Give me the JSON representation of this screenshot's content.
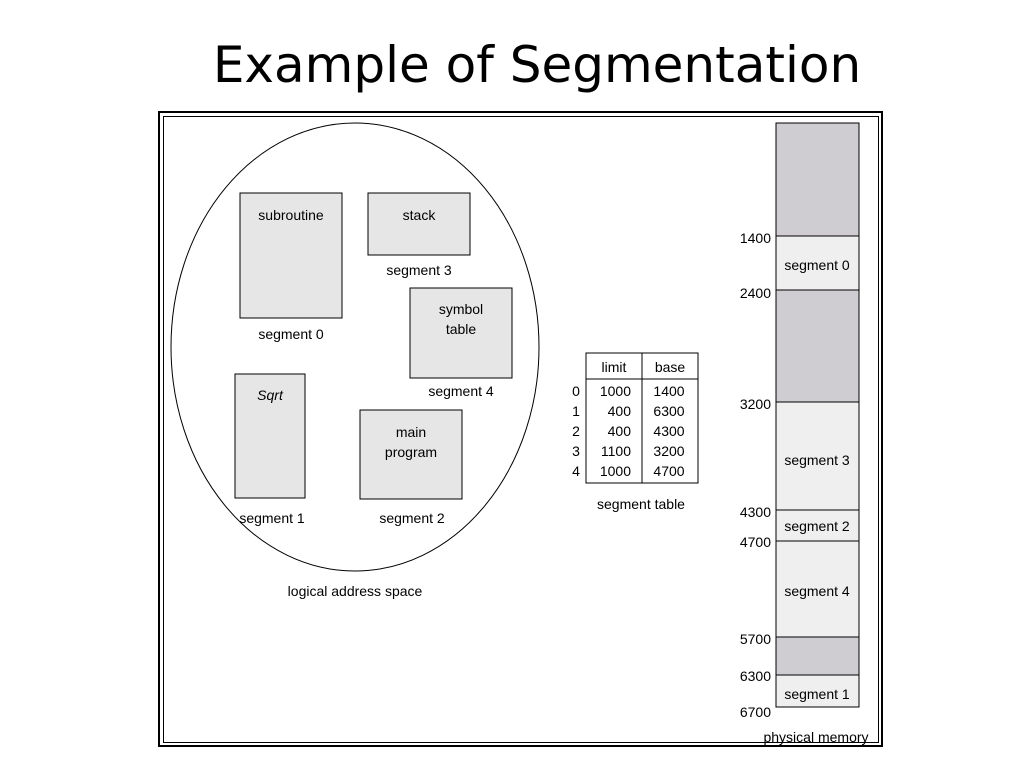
{
  "title": "Example of Segmentation",
  "logical": {
    "caption": "logical address space",
    "blocks": [
      {
        "id": "subroutine",
        "lines": [
          "subroutine"
        ],
        "label": "segment 0",
        "italic": false
      },
      {
        "id": "stack",
        "lines": [
          "stack"
        ],
        "label": "segment 3",
        "italic": false
      },
      {
        "id": "symbol-table",
        "lines": [
          "symbol",
          "table"
        ],
        "label": "segment 4",
        "italic": false
      },
      {
        "id": "sqrt",
        "lines": [
          "Sqrt"
        ],
        "label": "segment 1",
        "italic": true
      },
      {
        "id": "main-program",
        "lines": [
          "main",
          "program"
        ],
        "label": "segment 2",
        "italic": false
      }
    ]
  },
  "segment_table": {
    "caption": "segment table",
    "headers": [
      "limit",
      "base"
    ],
    "rows": [
      {
        "index": "0",
        "limit": "1000",
        "base": "1400"
      },
      {
        "index": "1",
        "limit": "400",
        "base": "6300"
      },
      {
        "index": "2",
        "limit": "400",
        "base": "4300"
      },
      {
        "index": "3",
        "limit": "1100",
        "base": "3200"
      },
      {
        "index": "4",
        "limit": "1000",
        "base": "4700"
      }
    ]
  },
  "physical_memory": {
    "caption": "physical memory",
    "regions": [
      {
        "label": "",
        "free": true
      },
      {
        "label": "segment 0",
        "start": "1400",
        "free": false
      },
      {
        "label": "",
        "start": "2400",
        "free": true
      },
      {
        "label": "segment 3",
        "start": "3200",
        "free": false
      },
      {
        "label": "segment 2",
        "start": "4300",
        "free": false
      },
      {
        "label": "segment 4",
        "start": "4700",
        "free": false
      },
      {
        "label": "",
        "start": "5700",
        "free": true
      },
      {
        "label": "segment 1",
        "start": "6300",
        "free": false
      }
    ],
    "end_address": "6700"
  },
  "colors": {
    "block_fill": "#e6e6e6",
    "free_fill": "#cfcdd2",
    "used_fill": "#efefef"
  }
}
